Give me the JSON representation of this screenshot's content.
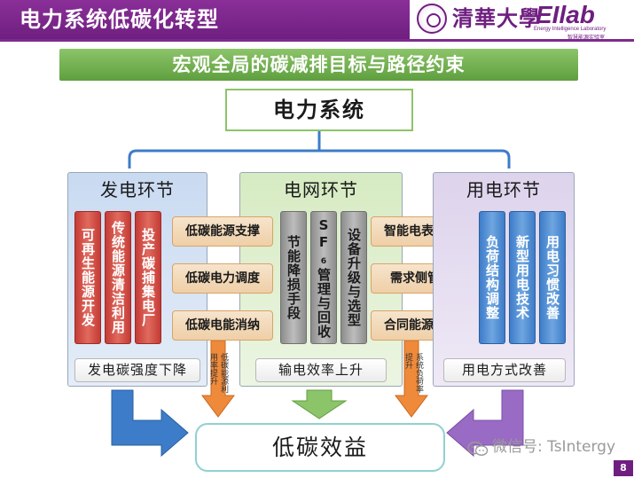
{
  "header": {
    "title": "电力系统低碳化转型",
    "university": "清華大學",
    "lab_logo": "EIlab",
    "lab_subtitle_en": "Energy Intelligence Laboratory",
    "lab_subtitle_cn": "智慧能源实验室"
  },
  "banner": {
    "text": "宏观全局的碳减排目标与路径约束"
  },
  "top_box": {
    "text": "电力系统"
  },
  "panels": {
    "generation": {
      "title": "发电环节",
      "vertical_items": [
        "可再生能源开发",
        "传统能源清洁利用",
        "投产碳捕集电厂"
      ],
      "bottom": "发电碳强度下降"
    },
    "grid": {
      "title": "电网环节",
      "horizontal_items_left": [
        "低碳能源支撑",
        "低碳电力调度",
        "低碳电能消纳"
      ],
      "vertical_items": [
        "节能降损手段",
        "SF₆管理与回收",
        "设备升级与选型"
      ],
      "horizontal_items_right": [
        "智能电表互动",
        "需求侧管理",
        "合同能源管理"
      ],
      "bottom": "输电效率上升"
    },
    "consumption": {
      "title": "用电环节",
      "vertical_items": [
        "负荷结构调整",
        "新型用电技术",
        "用电习惯改善"
      ],
      "bottom": "用电方式改善"
    }
  },
  "annotations": {
    "left_a": "用率提升",
    "left_b": "低碳能源利",
    "right_a": "提升",
    "right_b": "系统负荷率"
  },
  "result_box": {
    "text": "低碳效益"
  },
  "watermark": {
    "text": "微信号: TsIntergy"
  },
  "page_number": "8",
  "colors": {
    "header_purple": "#6f1f80",
    "banner_green": "#5f9f3e",
    "arrow_blue": "#3d7cc9",
    "arrow_orange": "#ee8a3a",
    "arrow_green": "#8cc46a",
    "arrow_purple": "#9a6bc4"
  }
}
